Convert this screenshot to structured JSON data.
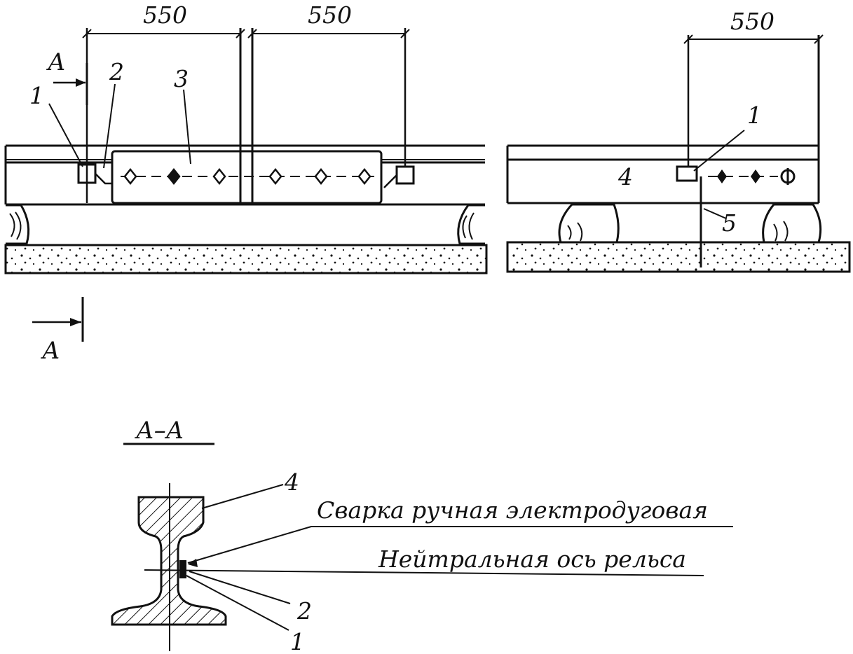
{
  "dimensions": {
    "left_first": "550",
    "left_second": "550",
    "right": "550"
  },
  "section_marks": {
    "top": "А",
    "bottom": "А",
    "view_title": "А–А"
  },
  "callouts": {
    "label_1a": "1",
    "label_2a": "2",
    "label_3": "3",
    "label_4a": "4",
    "label_1b": "1",
    "label_5": "5",
    "label_4b": "4",
    "label_2b": "2",
    "label_1c": "1"
  },
  "notes": {
    "welding": "Сварка ручная электродуговая",
    "neutral_axis": "Нейтральная ось рельса"
  }
}
